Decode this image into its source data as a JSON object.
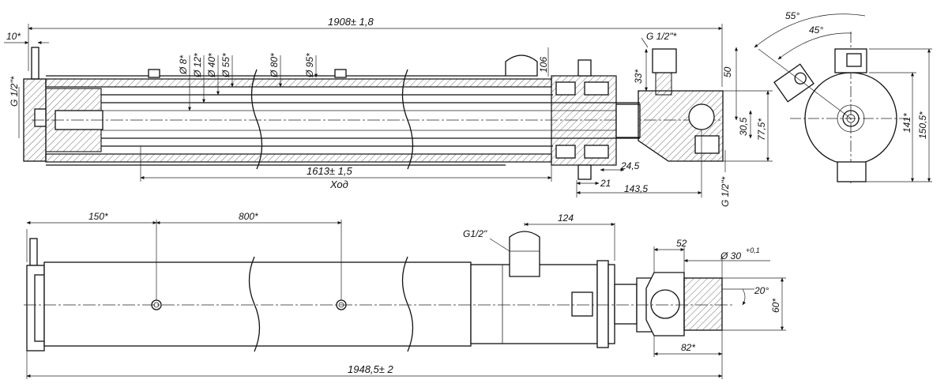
{
  "drawing": {
    "section_view": {
      "dims": {
        "overall_length": "1908± 1,8",
        "top_left": "10*",
        "port_left": "G 1/2\"*",
        "d8": "Ø 8*",
        "d12": "Ø 12*",
        "d40": "Ø 40*",
        "d55": "Ø 55*",
        "d80": "Ø 80*",
        "d95": "Ø 95*",
        "port_top": "G 1/2\"*",
        "d106": "106",
        "d33": "33*",
        "d50": "50",
        "stroke_value": "1613± 1,5",
        "stroke_label": "Ход",
        "d24_5": "24,5",
        "d21": "21",
        "d143_5": "143,5",
        "d30_5": "30,5",
        "d77_5": "77,5*",
        "port_bottom": "G 1/2\"*"
      }
    },
    "end_view": {
      "dims": {
        "angle55": "55°",
        "angle45": "45°",
        "d141": "141*",
        "d150_5": "150,5*"
      }
    },
    "side_view": {
      "dims": {
        "d150": "150*",
        "d800": "800*",
        "d124": "124",
        "port": "G1/2\"",
        "d52": "52",
        "d30": "Ø 30",
        "d30_tol": "+0,1",
        "angle20": "20°",
        "d60": "60*",
        "d82": "82*",
        "overall_length": "1948,5± 2"
      }
    }
  }
}
